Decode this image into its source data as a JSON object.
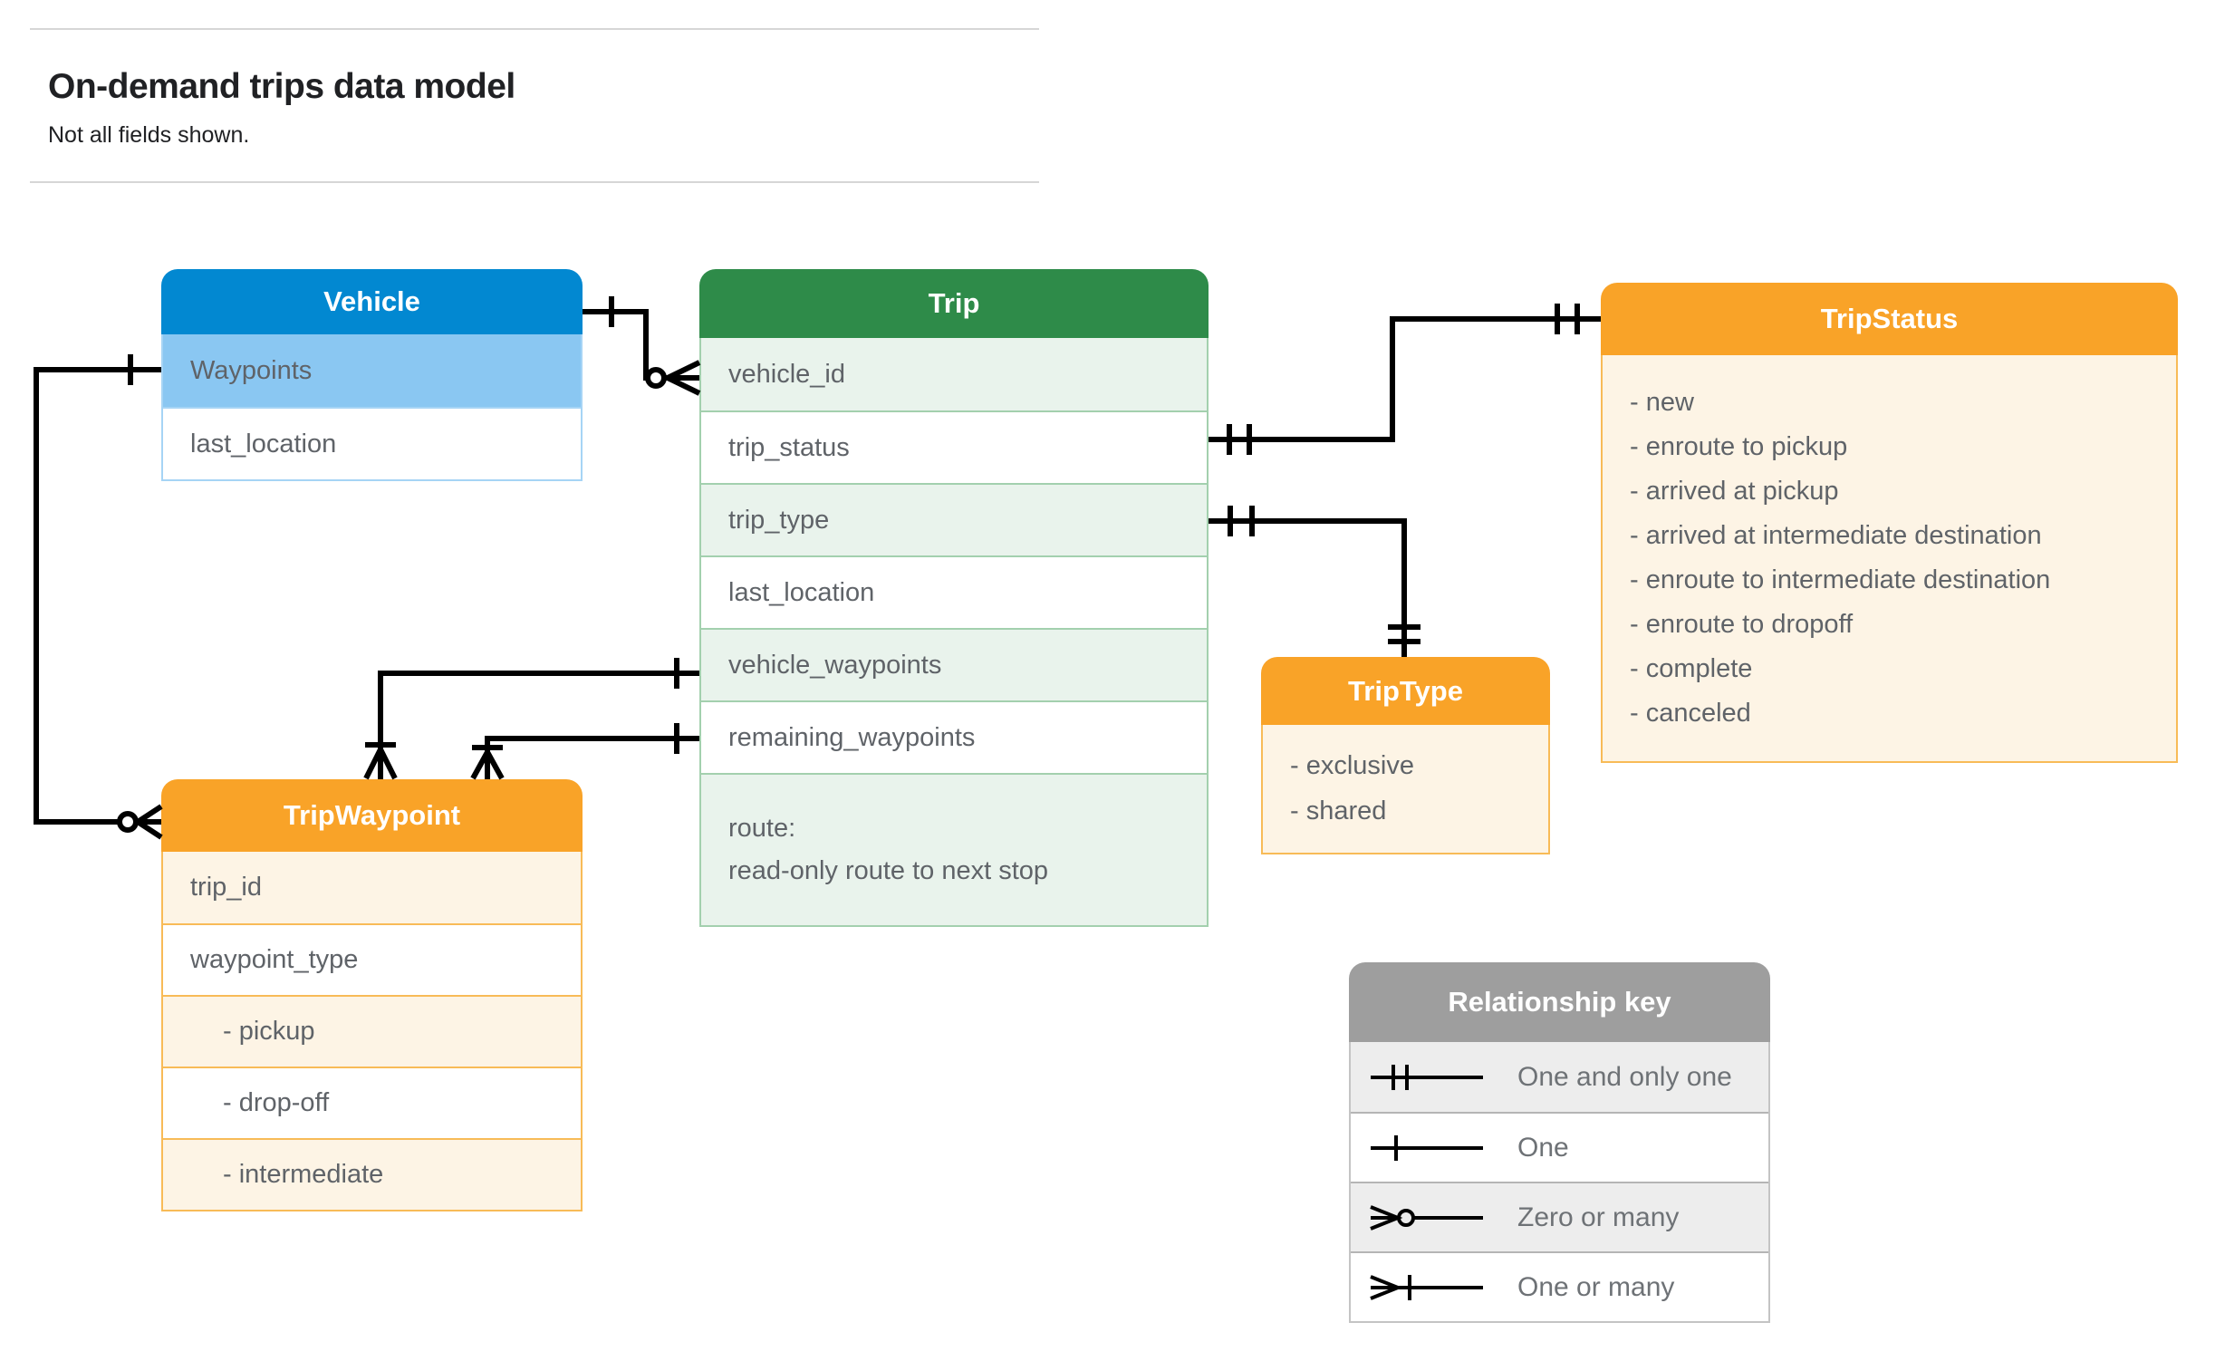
{
  "page": {
    "title": "On-demand trips data model",
    "subtitle": "Not all fields shown."
  },
  "tables": {
    "vehicle": {
      "title": "Vehicle",
      "rows": [
        {
          "label": "Waypoints"
        },
        {
          "label": "last_location"
        }
      ]
    },
    "trip": {
      "title": "Trip",
      "rows": [
        {
          "label": "vehicle_id"
        },
        {
          "label": "trip_status"
        },
        {
          "label": "trip_type"
        },
        {
          "label": "last_location"
        },
        {
          "label": "vehicle_waypoints"
        },
        {
          "label": "remaining_waypoints"
        }
      ],
      "route": {
        "line1": "route:",
        "line2": "read-only route to next stop"
      }
    },
    "trip_status": {
      "title": "TripStatus",
      "items": [
        "- new",
        "- enroute to pickup",
        "- arrived at pickup",
        "- arrived at intermediate destination",
        "- enroute to intermediate destination",
        "- enroute to dropoff",
        "- complete",
        "- canceled"
      ]
    },
    "trip_type": {
      "title": "TripType",
      "items": [
        "- exclusive",
        "- shared"
      ]
    },
    "trip_waypoint": {
      "title": "TripWaypoint",
      "rows": [
        {
          "label": "trip_id"
        },
        {
          "label": "waypoint_type"
        },
        {
          "label": "- pickup"
        },
        {
          "label": "- drop-off"
        },
        {
          "label": "- intermediate"
        }
      ]
    }
  },
  "legend": {
    "title": "Relationship key",
    "items": [
      {
        "icon": "one-and-only-one",
        "label": "One and only one"
      },
      {
        "icon": "one",
        "label": "One"
      },
      {
        "icon": "zero-or-many",
        "label": "Zero or many"
      },
      {
        "icon": "one-or-many",
        "label": "One or many"
      }
    ]
  },
  "colors": {
    "vehicle_header": "#0288d1",
    "vehicle_row": "#8ac7f2",
    "trip_header": "#2e8b49",
    "trip_row": "#e9f3ec",
    "orange_header": "#f9a328",
    "orange_row": "#fdf4e5",
    "key_header": "#9e9e9e",
    "key_row": "#ededed",
    "row_text": "#5f6368",
    "connector": "#000000"
  }
}
